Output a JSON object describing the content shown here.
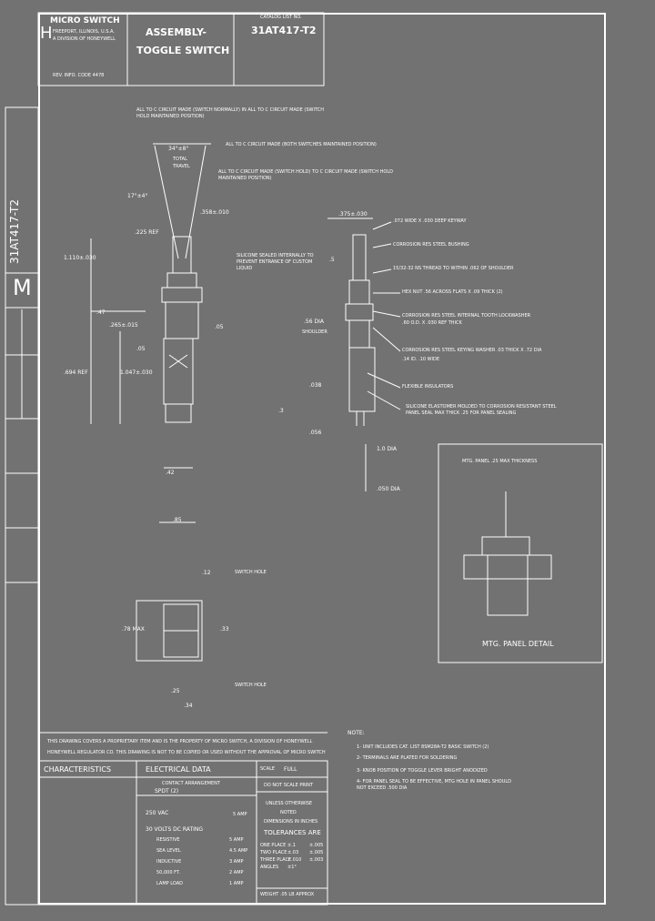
{
  "title_block": {
    "brand": "MICRO SWITCH",
    "brand_address_line1": "FREEPORT, ILLINOIS, U.S.A.",
    "brand_address_line2": "A DIVISION OF HONEYWELL",
    "brand_code": "REV. INFO. CODE 4478",
    "title_line1": "ASSEMBLY-",
    "title_line2": "TOGGLE SWITCH",
    "catalog_label": "CATALOG LIST NO.",
    "catalog_number": "31AT417-T2"
  },
  "side_strip": {
    "catalog_number": "31AT417-T2",
    "logo_letter": "M"
  },
  "callouts": {
    "toggle_pos1": "ALL TO C CIRCUIT MADE (SWITCH NORMALLY) IN ALL TO C CIRCUIT MADE (SWITCH HOLD MAINTAINED POSITION)",
    "toggle_pos2": "ALL TO C CIRCUIT MADE (BOTH SWITCHES MAINTAINED POSITION)",
    "toggle_pos3": "ALL TO C CIRCUIT MADE (SWITCH HOLD) TO C CIRCUIT MADE (SWITCH HOLD MAINTAINED POSITION)",
    "angle": "34°±8°",
    "total_travel_1": "TOTAL",
    "total_travel_2": "TRAVEL",
    "angle2": "17°±4°",
    "dim_358": ".358±.010",
    "dim_225": ".225 REF",
    "seal_note": "SILICONE SEALED INTERNALLY TO PREVENT ENTRANCE OF CUSTOM LIQUID",
    "dim_1110": "1.110±.030",
    "dim_47": ".47",
    "dim_265": ".265±.015",
    "dim_05a": ".05",
    "dim_05b": ".05",
    "dim_694": ".694 REF",
    "dim_1047": "1.047±.030",
    "dim_42": ".42",
    "dim_85": ".85",
    "dim_375": ".375±.030",
    "dim_5": ".5",
    "note_keyway": ".072 WIDE X .030 DEEP KEYWAY",
    "note_bushing": "CORROSION RES STEEL BUSHING",
    "note_thread": "15/32-32 NS THREAD TO WITHIN .062 OF SHOULDER",
    "note_hexnut": "HEX NUT .56 ACROSS FLATS X .09 THICK (2)",
    "note_lockwasher": "CORROSION RES STEEL INTERNAL TOOTH LOCKWASHER",
    "note_lockwasher2": ".60 O.D. X .030 REF THICK",
    "note_keyingwasher": "CORROSION RES STEEL KEYING WASHER .03 THICK X .72 DIA",
    "note_keyingwasher2": ".14 ID. .10 WIDE",
    "dim_56": ".56 DIA",
    "shoulder": "SHOULDER",
    "dim_038": ".038",
    "note_insulators": "FLEXIBLE INSULATORS",
    "note_elastomer": "SILICONE ELASTOMER MOLDED TO CORROSION RESISTANT STEEL PANEL SEAL MAX THICK .25 FOR PANEL SEALING",
    "dim_3": ".3",
    "dim_056": ".056",
    "dim_10": "1.0 DIA",
    "dim_050": ".050 DIA",
    "panel_label": "MTG. PANEL .25 MAX THICKNESS",
    "panel_detail": "MTG. PANEL DETAIL",
    "dim_12": ".12",
    "switch_hole_top": "SWITCH HOLE",
    "dim_78": ".78 MAX",
    "dim_33": ".33",
    "switch_hole_bottom": "SWITCH HOLE",
    "dim_25": ".25",
    "dim_34": ".34"
  },
  "proprietary": {
    "line1": "THIS DRAWING COVERS A PROPRIETARY ITEM AND IS THE PROPERTY OF MICRO SWITCH, A DIVISION OF HONEYWELL",
    "line2": "HONEYWELL REGULATOR CO. THIS DRAWING IS NOT TO BE COPIED OR USED WITHOUT THE APPROVAL OF MICRO SWITCH"
  },
  "notes": {
    "heading": "NOTE:",
    "n1": "1- UNIT INCLUDES CAT. LIST 8SM28A-T2 BASIC SWITCH (2)",
    "n2": "2- TERMINALS ARE PLATED FOR SOLDERING",
    "n3": "3- KNOB POSITION OF TOGGLE LEVER BRIGHT ANODIZED",
    "n4": "4- FOR PANEL SEAL TO BE EFFECTIVE, MTG HOLE IN PANEL SHOULD NOT EXCEED .500 DIA"
  },
  "characteristics": {
    "header": "CHARACTERISTICS",
    "electrical": "ELECTRICAL DATA",
    "scale_label": "SCALE",
    "scale_value": "FULL",
    "contact_arrangement": "CONTACT ARRANGEMENT",
    "contact_value": "SPDT (2)",
    "do_not_scale": "DO NOT SCALE PRINT",
    "unless": "UNLESS OTHERWISE",
    "noted": "NOTED",
    "dimensions_in": "DIMENSIONS IN INCHES",
    "tolerances": "TOLERANCES ARE",
    "tol_rows": [
      {
        "label": "ONE PLACE",
        "value": "±.1",
        "value2": "±.005"
      },
      {
        "label": "TWO PLACE",
        "value": "±.03",
        "value2": "±.005"
      },
      {
        "label": "THREE PLACE",
        "value": "±.010",
        "value2": "±.003"
      },
      {
        "label": "ANGLES",
        "value": "±1°",
        "value2": ""
      }
    ],
    "vac": "250 VAC",
    "vac_amp": "5 AMP",
    "vdc": "30 VOLTS DC RATING",
    "rows": [
      {
        "l": "RESISTIVE",
        "r": "5 AMP"
      },
      {
        "l": "SEA LEVEL",
        "r": "4.5 AMP"
      },
      {
        "l": "INDUCTIVE",
        "r": "3 AMP"
      },
      {
        "l": "50,000 FT.",
        "r": "2 AMP"
      },
      {
        "l": "LAMP LOAD",
        "r": "1 AMP"
      }
    ],
    "weight": "WEIGHT .05 LB APPROX"
  }
}
